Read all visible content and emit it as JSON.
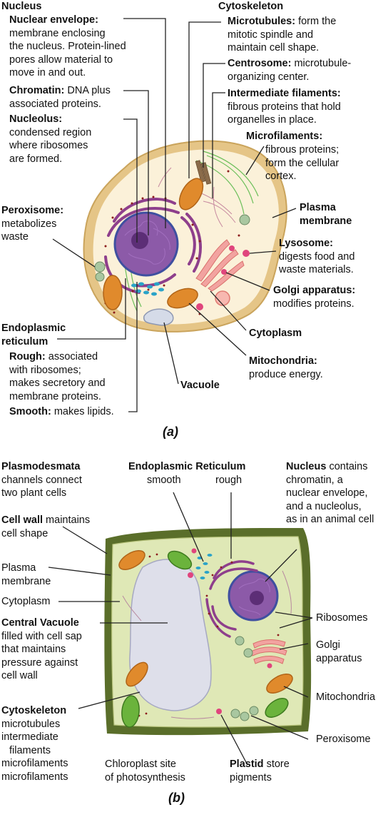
{
  "panel_a": {
    "marker": "(a)",
    "nucleus": {
      "title": "Nucleus",
      "envelope_term": "Nuclear envelope:",
      "envelope_lines": [
        "membrane enclosing",
        "the nucleus. Protein-lined",
        "pores allow material to",
        "move in and out."
      ],
      "chromatin_term": "Chromatin:",
      "chromatin_rest": " DNA plus",
      "chromatin_line2": "associated proteins.",
      "nucleolus_term": "Nucleolus:",
      "nucleolus_lines": [
        "condensed region",
        "where ribosomes",
        "are formed."
      ]
    },
    "cytoskeleton": {
      "title": "Cytoskeleton",
      "microtubules_term": "Microtubules:",
      "microtubules_rest": " form the",
      "microtubules_lines": [
        "mitotic spindle and",
        "maintain cell shape."
      ],
      "centrosome_term": "Centrosome:",
      "centrosome_rest": " microtubule-",
      "centrosome_line2": "organizing center.",
      "intermediate_term": "Intermediate filaments:",
      "intermediate_lines": [
        "fibrous proteins that hold",
        "organelles in place."
      ],
      "microfilaments_term": "Microfilaments:",
      "microfilaments_lines": [
        "fibrous proteins;",
        "form the cellular",
        "cortex."
      ]
    },
    "peroxisome": {
      "term": "Peroxisome:",
      "lines": [
        "metabolizes",
        "waste"
      ]
    },
    "plasma_membrane": {
      "lines": [
        "Plasma",
        "membrane"
      ]
    },
    "lysosome": {
      "term": "Lysosome:",
      "lines": [
        "digests food and",
        "waste materials."
      ]
    },
    "golgi": {
      "term": "Golgi apparatus:",
      "line2": "modifies proteins."
    },
    "cytoplasm": {
      "term": "Cytoplasm"
    },
    "mitochondria": {
      "term": "Mitochondria:",
      "line2": "produce energy."
    },
    "vacuole": {
      "term": "Vacuole"
    },
    "er": {
      "title_lines": [
        "Endoplasmic",
        "reticulum"
      ],
      "rough_term": "Rough:",
      "rough_rest": " associated",
      "rough_lines": [
        "with ribosomes;",
        "makes secretory and",
        "membrane proteins."
      ],
      "smooth_term": "Smooth:",
      "smooth_rest": " makes lipids."
    }
  },
  "panel_b": {
    "marker": "(b)",
    "plasmodesmata": {
      "term": "Plasmodesmata",
      "lines": [
        "channels connect",
        "two plant cells"
      ]
    },
    "er": {
      "title": "Endoplasmic Reticulum",
      "smooth": "smooth",
      "rough": "rough"
    },
    "nucleus": {
      "term": "Nucleus",
      "rest": " contains",
      "lines": [
        "chromatin, a",
        "nuclear envelope,",
        "and a nucleolus,",
        "as in an animal cell"
      ]
    },
    "cell_wall": {
      "term": "Cell wall",
      "rest": " maintains",
      "line2": "cell shape"
    },
    "plasma_membrane": {
      "lines": [
        "Plasma",
        "membrane"
      ]
    },
    "cytoplasm": "Cytoplasm",
    "central_vacuole": {
      "term": "Central Vacuole",
      "lines": [
        "filled with cell sap",
        "that maintains",
        "pressure against",
        "cell wall"
      ]
    },
    "ribosomes": "Ribosomes",
    "golgi": {
      "lines": [
        "Golgi",
        "apparatus"
      ]
    },
    "mitochondria": "Mitochondria",
    "peroxisome": "Peroxisome",
    "cytoskeleton": {
      "term": "Cytoskeleton",
      "lines": [
        "microtubules",
        "intermediate",
        "filaments",
        "microfilaments",
        "microfilaments"
      ]
    },
    "chloroplast": {
      "lines": [
        "Chloroplast site",
        "of photosynthesis"
      ]
    },
    "plastid": {
      "term": "Plastid",
      "rest": " store",
      "line2": "pigments"
    }
  },
  "colors": {
    "animal_cytoplasm": "#fbf1d8",
    "animal_membrane": "#e7c98a",
    "plant_wall": "#5a6e2a",
    "plant_cytoplasm": "#dfe8b6",
    "nucleus": "#8c5aa8",
    "nucleolus": "#5c2e76",
    "rough_er": "#8e3f8c",
    "smooth_er": "#2aa3c8",
    "mitochondria": "#e08a2c",
    "golgi": "#f2a3a0",
    "lysosome": "#e0457d",
    "peroxisome": "#a9c7a0",
    "vacuole": "#d5dbe8",
    "chloroplast": "#6bb33c"
  }
}
